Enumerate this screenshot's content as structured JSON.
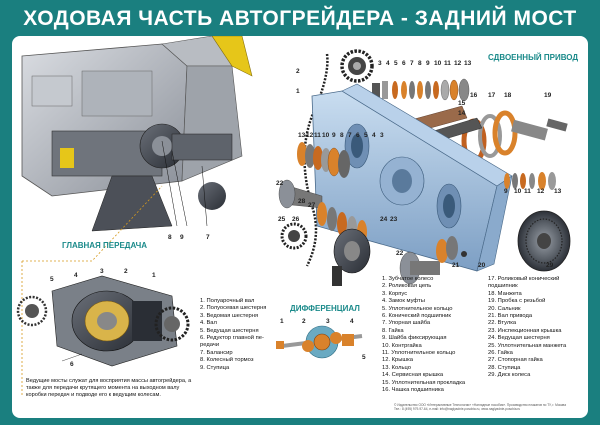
{
  "title": "ХОДОВАЯ ЧАСТЬ АВТОГРЕЙДЕРА - ЗАДНИЙ МОСТ",
  "sections": {
    "tandem": "СДВОЕННЫЙ ПРИВОД",
    "main_gear": "ГЛАВНАЯ ПЕРЕДАЧА",
    "differential": "ДИФФЕРЕНЦИАЛ"
  },
  "legend_main": [
    "1. Полуарочный вал",
    "2. Полуосевая шестерня",
    "3. Ведомая шестерня",
    "4. Вал",
    "5. Ведущая шестерня",
    "6. Редуктор главной пе-",
    "редачи",
    "7. Балансир",
    "8. Колесный тормоз",
    "9. Ступица"
  ],
  "legend_mid": [
    "1. Зубчатое колесо",
    "2. Роликовая цепь",
    "3. Корпус",
    "4. Замок муфты",
    "5. Уплотнительное кольцо",
    "6. Конический подшипник",
    "7. Упорная шайба",
    "8. Гайка",
    "9. Шайба фиксирующая",
    "10. Контргайка",
    "11. Уплотнительное кольцо",
    "12. Крышка",
    "13. Кольцо",
    "14. Сервисная крышка",
    "15. Уплотнительная прокладка",
    "16. Чашка подшипника"
  ],
  "legend_right": [
    "17. Роликовый конический",
    "подшипник",
    "18. Манжета",
    "19. Пробка с резьбой",
    "20. Сальник",
    "21. Вал привода",
    "22. Втулка",
    "23. Инспекционная крышка",
    "24. Ведущая шестерня",
    "25. Уплотнительная манжета",
    "26. Гайка",
    "27. Стопорная гайка",
    "28. Ступица",
    "29. Диск колеса"
  ],
  "caption": "Ведущие мосты служат для восприятия массы автогрейдера, а также для передачи крутящего момента на выходном валу коробки передач и подводе его к ведущим колесам.",
  "footer_left": "© Издательство ООО «Интерактивные Технологии» «Наглядные пособия». Производство плакатов по ТУ, г. Москва",
  "footer_right": "Тел.: 8 (495) 979-97-64, e-mail: info@naglyadnie-posobia.ru, www.naglyadnie-posobia.ru",
  "labels": {
    "tractor": [
      "7",
      "8",
      "9"
    ],
    "main_gear": [
      "6",
      "5",
      "4",
      "3",
      "2",
      "1"
    ],
    "differential": [
      "1",
      "2",
      "3",
      "4",
      "5"
    ],
    "sprocket": [
      "2",
      "1"
    ],
    "top_row": [
      "3",
      "4",
      "5",
      "6",
      "7",
      "8",
      "9",
      "10",
      "11",
      "12",
      "13"
    ],
    "right_stack": [
      "16",
      "15",
      "14",
      "17",
      "18",
      "19"
    ],
    "housing_left": [
      "13",
      "12",
      "11",
      "10",
      "9",
      "8",
      "7",
      "6",
      "5",
      "4",
      "3"
    ],
    "housing_right": [
      "9",
      "10",
      "11",
      "12",
      "13"
    ],
    "lower": [
      "22",
      "28",
      "27",
      "26",
      "25",
      "24",
      "23",
      "22",
      "21",
      "20",
      "29"
    ]
  },
  "colors": {
    "teal": "#1a7f7f",
    "section_title": "#1a8a8a",
    "housing": "#a8c4e0",
    "gear_orange": "#d9822b",
    "tractor_yellow": "#e6c619"
  },
  "icons": [
    "sprocket-icon",
    "chain-icon",
    "gear-icon",
    "wheel-disc-icon",
    "hub-icon",
    "shaft-icon"
  ]
}
